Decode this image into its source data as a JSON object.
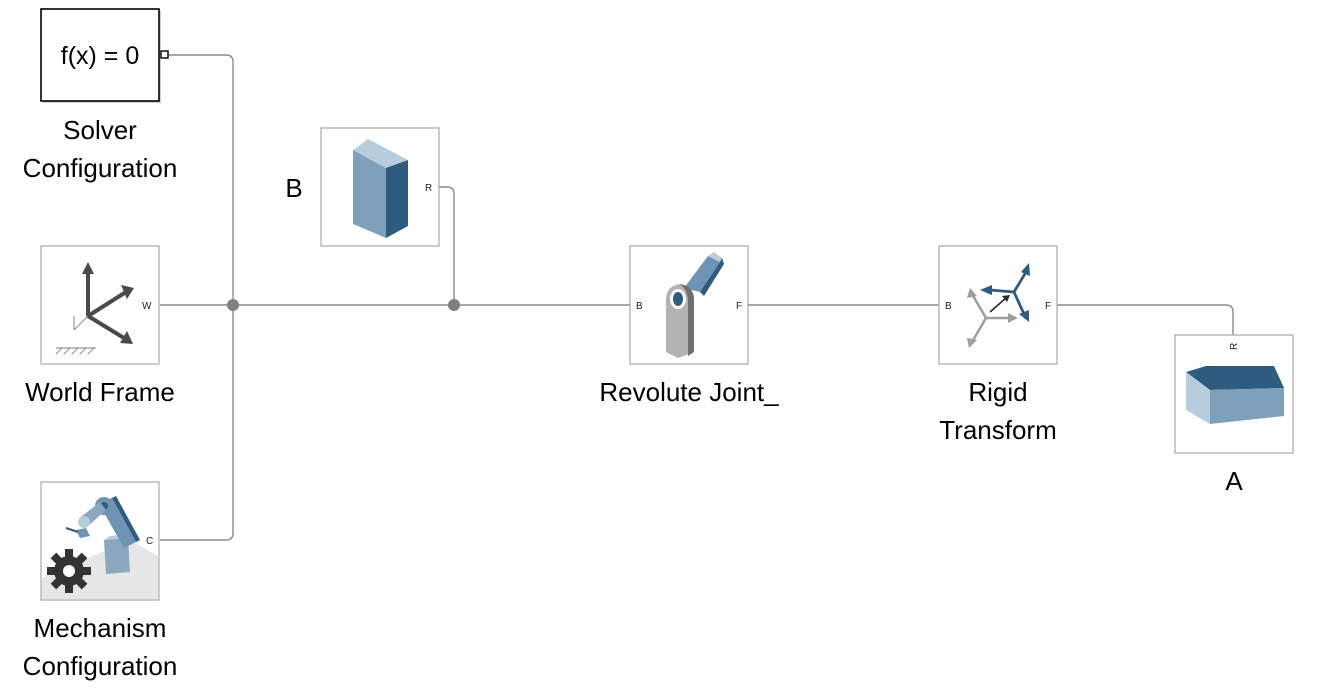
{
  "colors": {
    "wire": "#8c8c8c",
    "junction": "#808080",
    "block_border": "#a8a8a8",
    "solver_border": "#000000",
    "dark_blue": "#2f5b7e",
    "mid_blue": "#6e94b3",
    "light_blue": "#b7cddd",
    "arrow_gray": "#4a4a4a"
  },
  "blocks": {
    "solver": {
      "formula": "f(x) = 0",
      "label_line1": "Solver",
      "label_line2": "Configuration",
      "icon": "solver-icon"
    },
    "world": {
      "port": "W",
      "label": "World Frame",
      "icon": "world-frame-axes-icon"
    },
    "mechanism": {
      "port": "C",
      "label_line1": "Mechanism",
      "label_line2": "Configuration",
      "icon": "robot-arm-gear-icon"
    },
    "solid_b": {
      "port": "R",
      "label": "B",
      "icon": "vertical-solid-icon"
    },
    "revolute": {
      "port_b": "B",
      "port_f": "F",
      "label": "Revolute Joint_",
      "icon": "revolute-joint-icon"
    },
    "rigid": {
      "port_b": "B",
      "port_f": "F",
      "label_line1": "Rigid",
      "label_line2": "Transform",
      "icon": "frame-transform-icon"
    },
    "solid_a": {
      "port": "R",
      "label": "A",
      "icon": "horizontal-solid-icon"
    }
  }
}
